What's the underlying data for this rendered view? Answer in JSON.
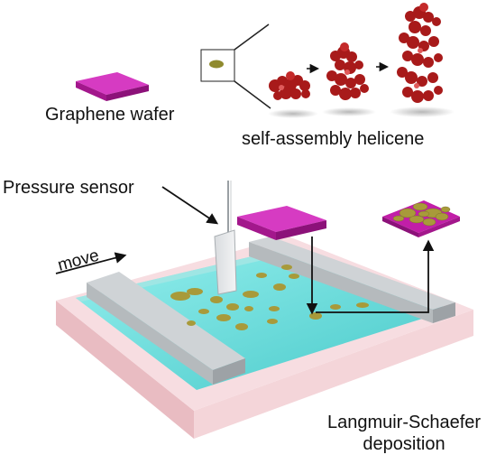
{
  "labels": {
    "graphene_wafer": "Graphene wafer",
    "self_assembly_helicene": "self-assembly helicene",
    "pressure_sensor": "Pressure sensor",
    "move": "move",
    "langmuir_line1": "Langmuir-Schaefer",
    "langmuir_line2": "deposition"
  },
  "colors": {
    "wafer": "#c21ea8",
    "wafer_top": "#d63bc2",
    "water": "#5fd9d6",
    "trough": "#f2d0d4",
    "trough_side": "#e6b6bc",
    "barrier": "#bfc3c6",
    "flake": "#a89a3a",
    "helicene": "#a01818"
  },
  "icons": {
    "sensor_inset": "flake-icon",
    "steps": "arrow-right-icon"
  }
}
